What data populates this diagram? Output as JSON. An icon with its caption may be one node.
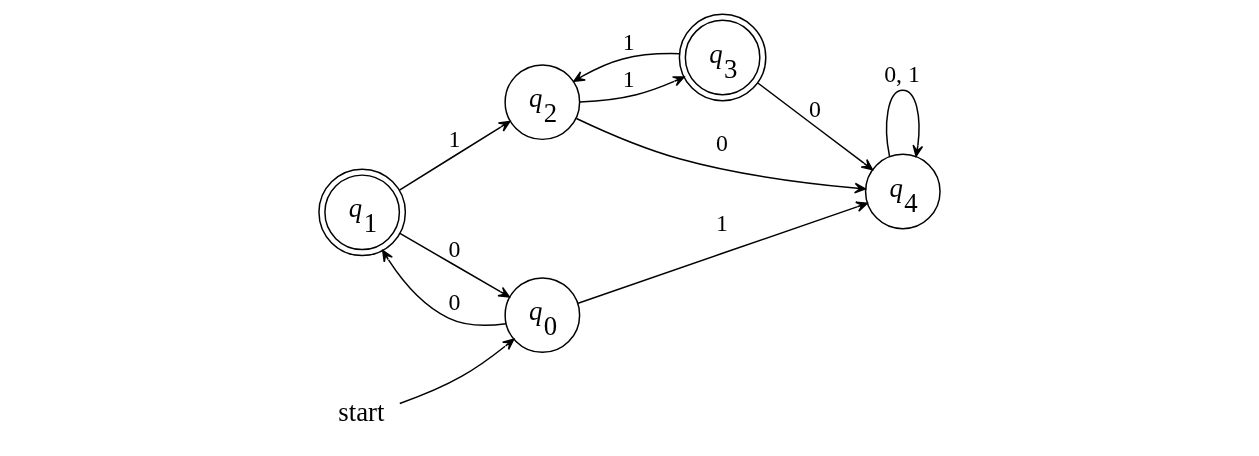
{
  "diagram": {
    "nodes": [
      {
        "text": [
          "*q*$_{1}$"
        ]
      },
      {
        "text": [
          "start"
        ]
      },
      {
        "text": [
          "*q*$_{0}$"
        ]
      },
      {
        "text": [
          "*q*$_{2}$"
        ]
      },
      {
        "text": [
          "*q*$_{4}$"
        ]
      },
      {
        "text": [
          "*q*$_{3}$"
        ]
      }
    ],
    "edges": [
      {
        "from": 1,
        "to": 2,
        "arrow": "to"
      },
      {
        "from": 2,
        "to": 0,
        "arrow": "to",
        "label": "0"
      },
      {
        "from": 0,
        "to": 2,
        "arrow": "to",
        "label": "0"
      },
      {
        "from": 0,
        "to": 3,
        "arrow": "to",
        "label": "1"
      },
      {
        "from": 2,
        "to": 4,
        "arrow": "to",
        "label": "1"
      },
      {
        "from": 3,
        "to": 4,
        "arrow": "to",
        "label": "0"
      },
      {
        "from": 3,
        "to": 5,
        "arrow": "to",
        "label": "1"
      },
      {
        "from": 5,
        "to": 3,
        "arrow": "to",
        "label": "1"
      },
      {
        "from": 5,
        "to": 4,
        "arrow": "to",
        "label": "0"
      },
      {
        "from": 4,
        "to": 4,
        "arrow": "to",
        "label": "0, 1"
      }
    ]
  }
}
